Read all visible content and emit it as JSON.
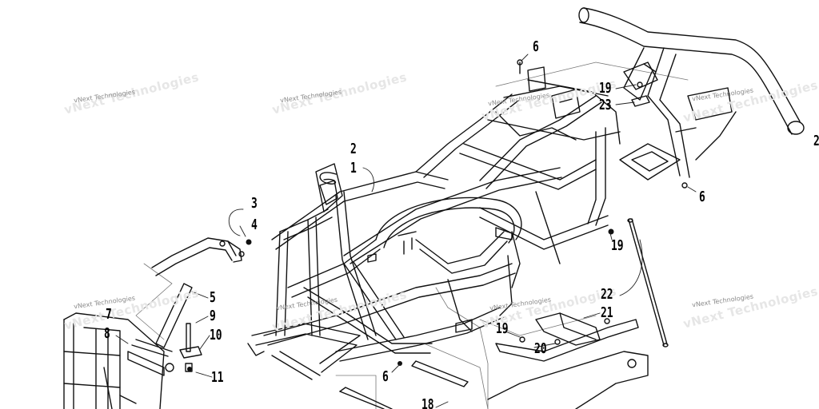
{
  "diagram": {
    "watermark_text": "vNext Technologies",
    "callouts": {
      "c1": "1",
      "c2": "2",
      "c3": "3",
      "c4": "4",
      "c5": "5",
      "c6a": "6",
      "c6b": "6",
      "c6c": "6",
      "c7": "7",
      "c8": "8",
      "c9": "9",
      "c10": "10",
      "c11": "11",
      "c18": "18",
      "c19a": "19",
      "c19b": "19",
      "c19c": "19",
      "c20": "20",
      "c21": "21",
      "c22": "22",
      "c23": "23",
      "c2edge": "2"
    }
  }
}
